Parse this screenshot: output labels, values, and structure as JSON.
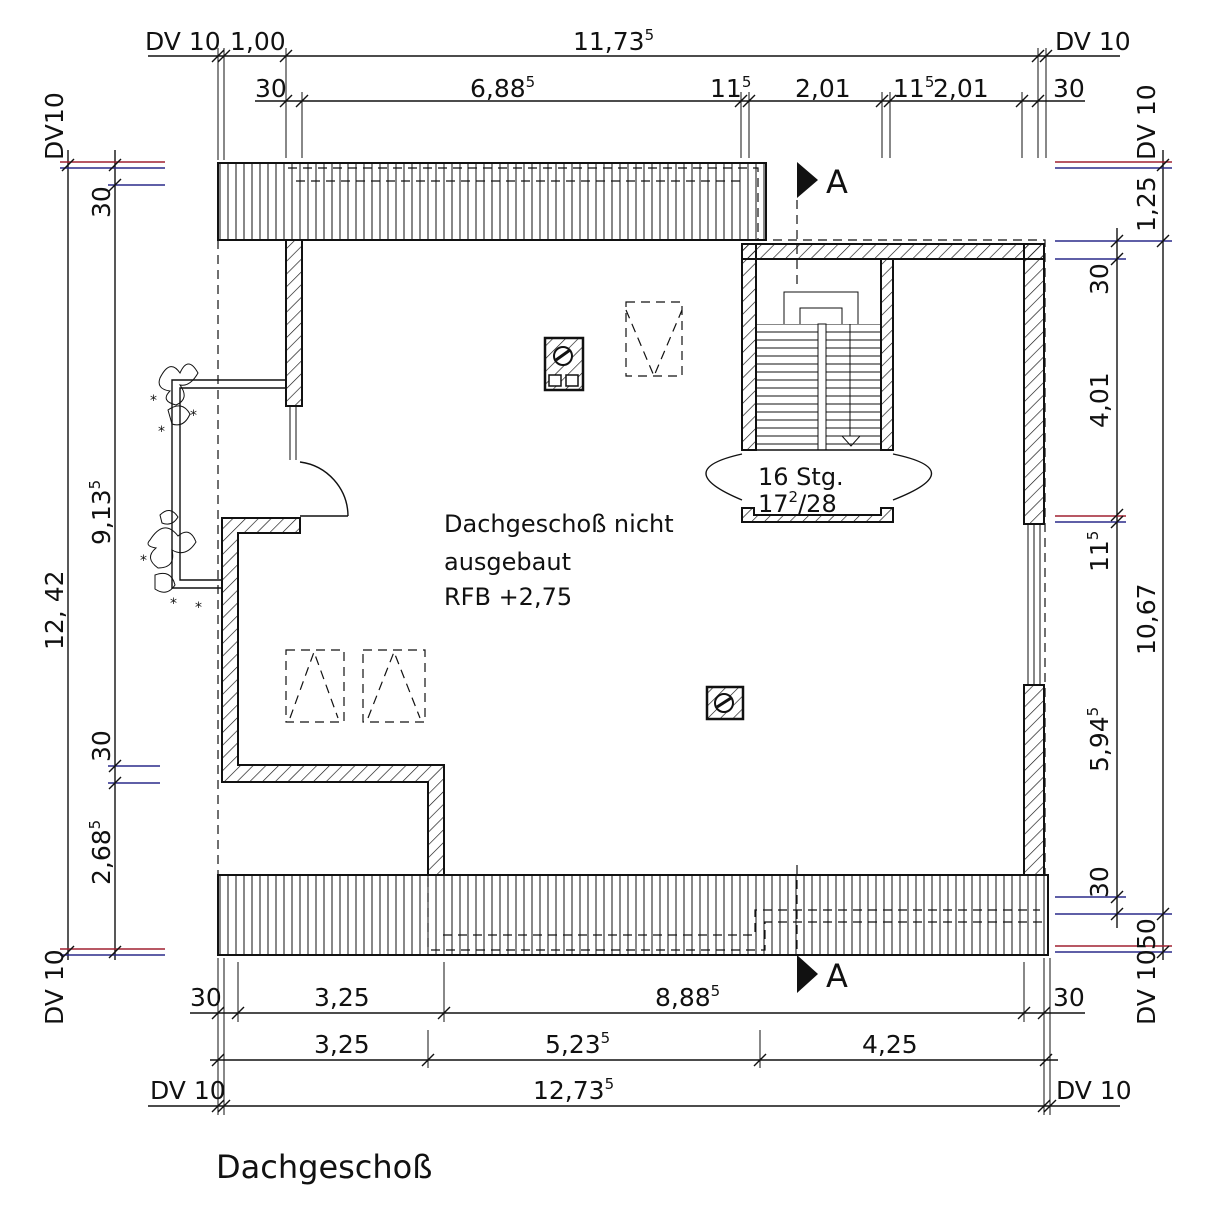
{
  "title": "Dachgeschoß",
  "room": {
    "line1": "Dachgeschoß  nicht",
    "line2": "ausgebaut",
    "line3": "RFB  +2,75"
  },
  "stairs": {
    "count": "16  Stg.",
    "ratio_a": "17",
    "ratio_sup": "2",
    "ratio_b": "/28"
  },
  "section": {
    "top": "A",
    "bottom": "A"
  },
  "top_dims": {
    "dv_left": "DV 10",
    "overhang": "1,00",
    "total": "11,73",
    "total_sup": "5",
    "dv_right": "DV 10",
    "wall_left": "30",
    "span1": "6,88",
    "span1_sup": "5",
    "w1": "11",
    "w1_sup": "5",
    "span2": "2,01",
    "w2": "11",
    "w2_sup": "5",
    "span3": "2,01",
    "wall_right": "30"
  },
  "left_dims": {
    "dv_top": "DV10",
    "wall_top": "30",
    "span_main": "9,13",
    "span_main_sup": "5",
    "total": "12, 42",
    "wall_mid": "30",
    "span_low": "2,68",
    "span_low_sup": "5",
    "dv_bottom": "DV 10"
  },
  "right_dims": {
    "dv_top": "DV 10",
    "overhang": "1,25",
    "wall_top": "30",
    "span1": "4,01",
    "w1": "11",
    "w1_sup": "5",
    "total": "10,67",
    "span2": "5,94",
    "span2_sup": "5",
    "wall_bottom": "30",
    "overhang_bottom": "50",
    "dv_bottom": "DV 10"
  },
  "bottom_dims": {
    "wall_left": "30",
    "span1": "3,25",
    "span2": "8,88",
    "span2_sup": "5",
    "wall_right": "30",
    "row2_a": "3,25",
    "row2_b": "5,23",
    "row2_b_sup": "5",
    "row2_c": "4,25",
    "dv_left": "DV 10",
    "total": "12,73",
    "total_sup": "5",
    "dv_right": "DV 10"
  },
  "colors": {
    "line": "#111111",
    "blue": "#2a2a8a",
    "red": "#a02030"
  }
}
